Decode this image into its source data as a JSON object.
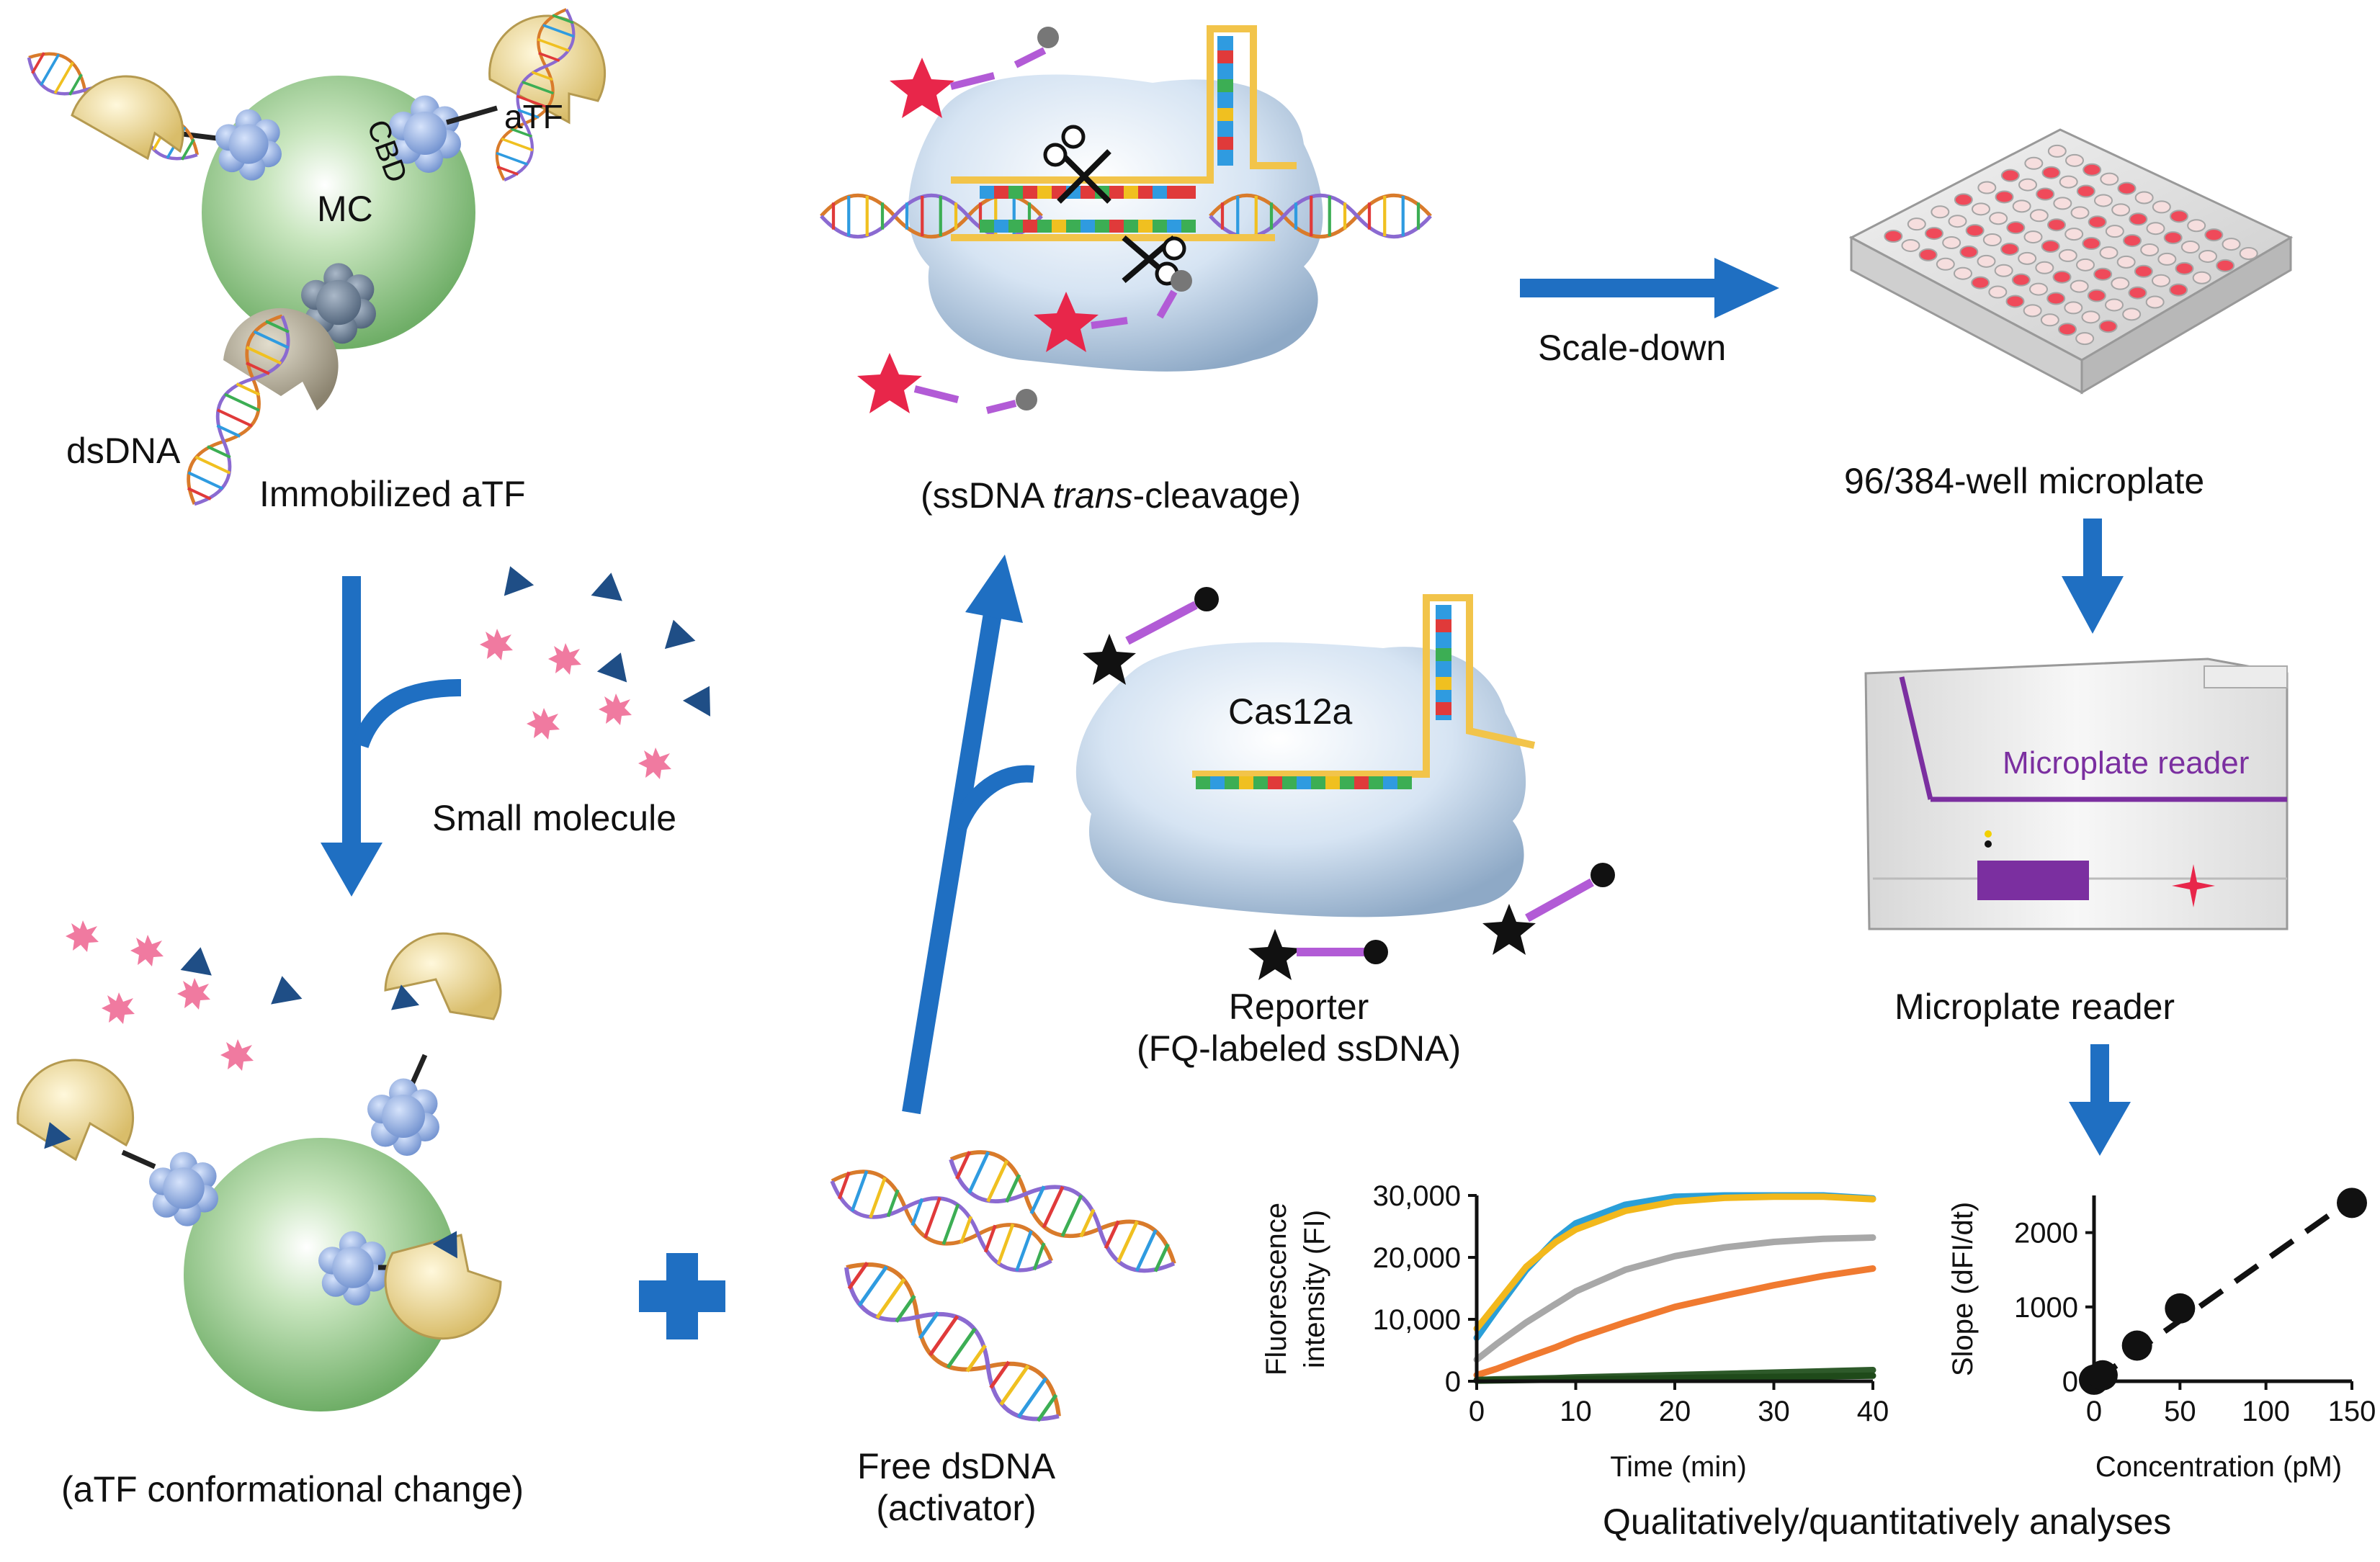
{
  "labels": {
    "mc": "MC",
    "cbd": "CBD",
    "atf": "aTF",
    "dsdna": "dsDNA",
    "immobilized_atf": "Immobilized aTF",
    "small_molecule": "Small molecule",
    "atf_change": "(aTF conformational change)",
    "free_dsdna_line1": "Free dsDNA",
    "free_dsdna_line2": "(activator)",
    "ssdna_prefix": "(ssDNA ",
    "ssdna_italic": "trans",
    "ssdna_suffix": "-cleavage)",
    "cas12a": "Cas12a",
    "reporter_line1": "Reporter",
    "reporter_line2": "(FQ-labeled ssDNA)",
    "scale_down": "Scale-down",
    "microplate": "96/384-well microplate",
    "reader_panel": "Microplate reader",
    "reader_caption": "Microplate reader",
    "analyses": "Qualitatively/quantitatively analyses"
  },
  "colors": {
    "arrow_blue": "#1f6fc2",
    "bead_green": "#9fcf94",
    "atf_yellow": "#f3df9c",
    "cbd_blue": "#8fb0e6",
    "cas_blue": "#c9dbef",
    "crrna_yellow": "#f2c44a",
    "reporter_purple": "#b25bd6",
    "reader_purple": "#7b2fa0",
    "star_red": "#e8264a",
    "pink_molecule": "#f07aa0",
    "triangle_navy": "#1f4e86"
  },
  "chart_data": [
    {
      "type": "line",
      "xlabel": "Time (min)",
      "ylabel_line1": "Fluorescence",
      "ylabel_line2": "intensity (FI)",
      "xlim": [
        0,
        40
      ],
      "ylim": [
        0,
        30000
      ],
      "xticks": [
        0,
        10,
        20,
        30,
        40
      ],
      "yticks": [
        0,
        10000,
        20000,
        30000
      ],
      "xtick_labels": [
        "0",
        "10",
        "20",
        "30",
        "40"
      ],
      "ytick_labels": [
        "0",
        "10,000",
        "20,000",
        "30,000"
      ],
      "x": [
        0,
        2,
        5,
        8,
        10,
        15,
        20,
        25,
        30,
        35,
        40
      ],
      "series": [
        {
          "color": "#2a9fd8",
          "values": [
            7000,
            11500,
            18000,
            23000,
            25500,
            28500,
            29800,
            30000,
            30000,
            30000,
            29500
          ]
        },
        {
          "color": "#f2b81c",
          "values": [
            8500,
            12500,
            18500,
            22500,
            24500,
            27500,
            29000,
            29600,
            29800,
            29800,
            29400
          ]
        },
        {
          "color": "#a8a8a8",
          "values": [
            3500,
            6000,
            9500,
            12500,
            14500,
            18000,
            20200,
            21600,
            22500,
            23000,
            23200
          ]
        },
        {
          "color": "#f07a30",
          "values": [
            1000,
            2000,
            3800,
            5500,
            6800,
            9500,
            12000,
            13800,
            15500,
            17000,
            18200
          ]
        },
        {
          "color": "#2e5a2a",
          "values": [
            200,
            300,
            400,
            500,
            600,
            800,
            1000,
            1200,
            1400,
            1600,
            1800
          ]
        },
        {
          "color": "#1f4a1a",
          "values": [
            100,
            150,
            200,
            250,
            300,
            400,
            500,
            600,
            700,
            800,
            900
          ]
        }
      ]
    },
    {
      "type": "scatter",
      "xlabel": "Concentration (pM)",
      "ylabel": "Slope (dFI/dt)",
      "xlim": [
        0,
        150
      ],
      "ylim": [
        0,
        2500
      ],
      "xticks": [
        0,
        50,
        100,
        150
      ],
      "yticks": [
        0,
        1000,
        2000
      ],
      "xtick_labels": [
        "0",
        "50",
        "100",
        "150"
      ],
      "ytick_labels": [
        "0",
        "1000",
        "2000"
      ],
      "points": [
        {
          "x": 0,
          "y": 20
        },
        {
          "x": 5,
          "y": 80
        },
        {
          "x": 25,
          "y": 480
        },
        {
          "x": 50,
          "y": 980
        },
        {
          "x": 150,
          "y": 2400
        }
      ],
      "fit_line": {
        "x": [
          0,
          150
        ],
        "y": [
          0,
          2450
        ],
        "style": "dashed"
      }
    }
  ]
}
